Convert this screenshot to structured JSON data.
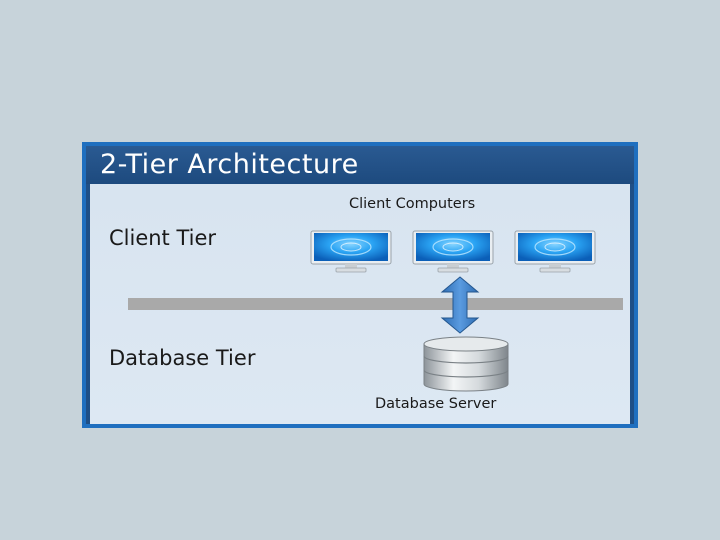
{
  "diagram": {
    "title": "2-Tier Architecture",
    "client_computers_label": "Client Computers",
    "client_tier_label": "Client Tier",
    "database_tier_label": "Database Tier",
    "database_server_label": "Database Server",
    "monitor_count": 3,
    "colors": {
      "background": "#c7d3da",
      "frame_border": "#1f6fbf",
      "title_bar": "#1f4f86",
      "panel": "#dbe6f2",
      "network_line": "#a9a9a9",
      "arrow": "#3a7ac2",
      "screen": "#1e8fe0"
    },
    "icons": {
      "monitor": "computer-monitor-icon",
      "arrow": "bidirectional-arrow-icon",
      "database": "database-cylinder-icon"
    }
  }
}
